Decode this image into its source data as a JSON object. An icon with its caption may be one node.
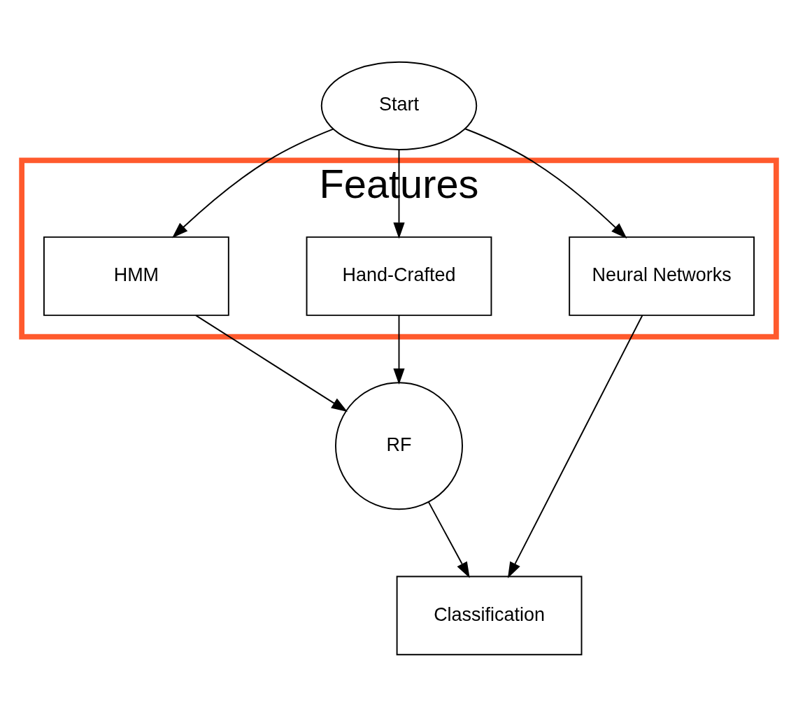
{
  "diagram": {
    "nodes": [
      {
        "text": [
          "Start"
        ]
      },
      {
        "text": [
          "Features"
        ]
      },
      {
        "text": [
          "Hand-Crafted"
        ],
        "in": 1
      },
      {
        "text": [
          "HMM"
        ],
        "in": 1
      },
      {
        "text": [
          "Neural Networks"
        ],
        "in": 1
      },
      {
        "text": [
          "RF"
        ]
      },
      {
        "text": [
          "Classification"
        ]
      }
    ],
    "edges": [
      {
        "from": 0,
        "to": 2,
        "arrow": "to"
      },
      {
        "from": 0,
        "to": 3,
        "arrow": "to"
      },
      {
        "from": 0,
        "to": 4,
        "arrow": "to"
      },
      {
        "from": 2,
        "to": 5,
        "arrow": "to"
      },
      {
        "from": 3,
        "to": 5,
        "arrow": "to"
      },
      {
        "from": 4,
        "to": 6,
        "arrow": "to"
      },
      {
        "from": 5,
        "to": 6,
        "arrow": "to"
      }
    ]
  }
}
